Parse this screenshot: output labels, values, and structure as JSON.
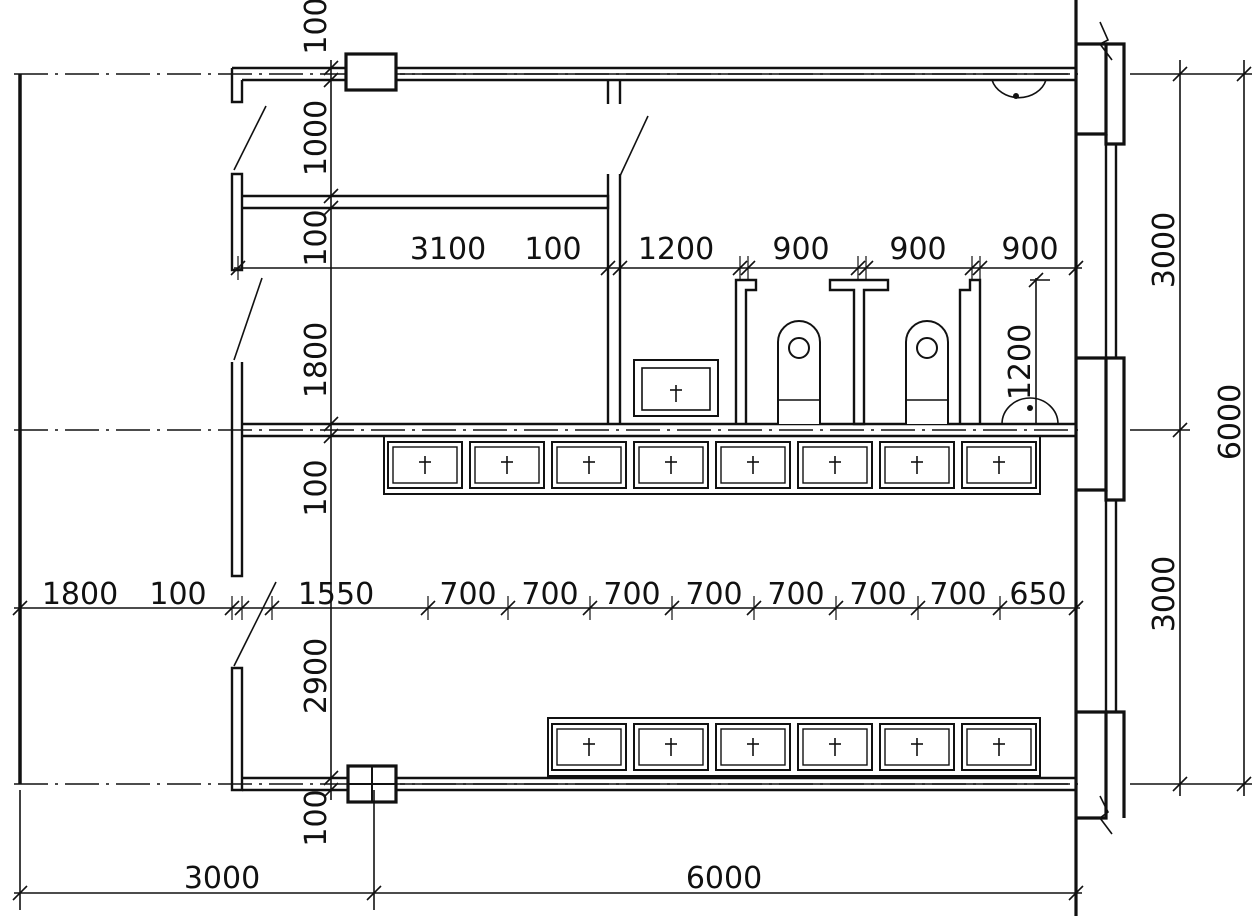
{
  "dimensions": {
    "left_vertical": [
      "100",
      "1000",
      "100",
      "1800",
      "100",
      "2900",
      "100"
    ],
    "upper_row": [
      "3100",
      "100",
      "1200",
      "900",
      "900",
      "900"
    ],
    "lower_row": [
      "1800",
      "100",
      "1550",
      "700",
      "700",
      "700",
      "700",
      "700",
      "700",
      "700",
      "650"
    ],
    "bottom_total": [
      "3000",
      "6000"
    ],
    "right_vertical": [
      "3000",
      "3000"
    ],
    "right_total": "6000",
    "cubicle_depth": "1200"
  }
}
